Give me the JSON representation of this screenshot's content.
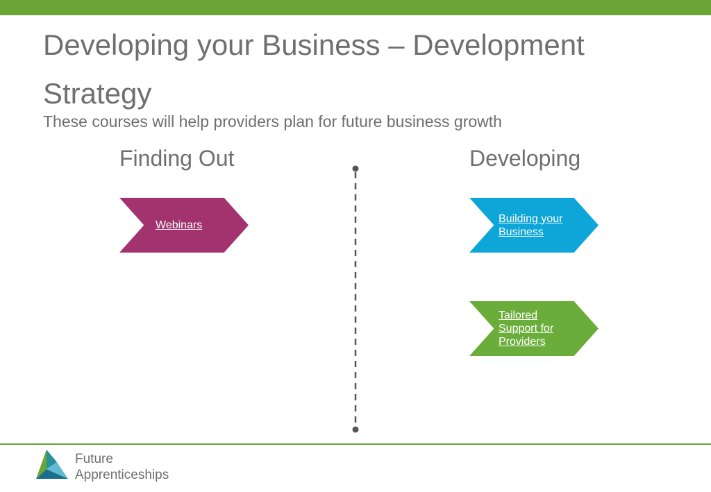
{
  "slide": {
    "title": "Developing your Business –  Development Strategy",
    "subtitle": "These courses will help providers plan for future business growth"
  },
  "columns": {
    "left_heading": "Finding Out",
    "right_heading": "Developing"
  },
  "chevrons": {
    "webinars": {
      "label": "Webinars",
      "color": "#a3336f"
    },
    "building": {
      "label": "Building your Business",
      "color": "#0ea5d8"
    },
    "tailored": {
      "label": "Tailored Support for Providers",
      "color": "#6aad3a"
    }
  },
  "footer": {
    "brand_line1": "Future",
    "brand_line2": "Apprenticeships",
    "logo_icon": "triangle-logo-icon"
  },
  "colors": {
    "accent_green": "#6aa535",
    "text_grey": "#6f6f6f"
  }
}
